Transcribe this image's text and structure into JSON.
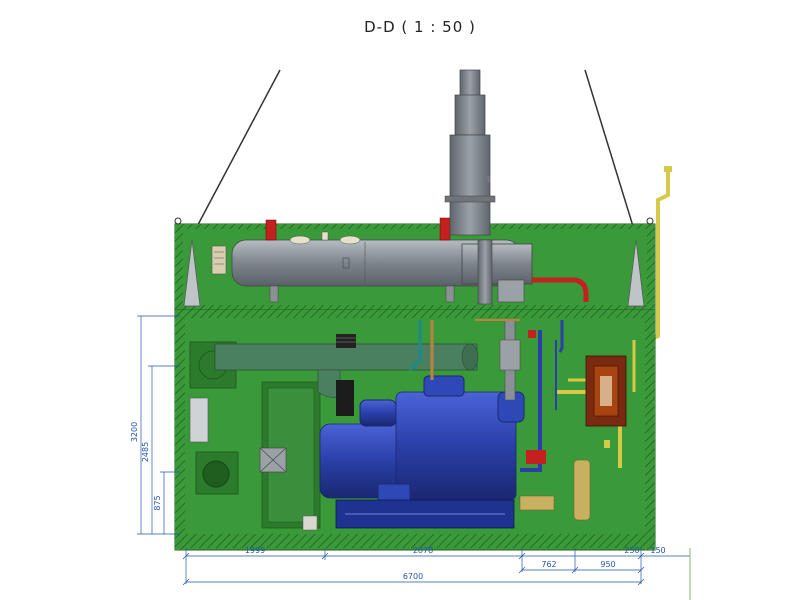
{
  "title": "D-D ( 1 : 50 )",
  "dimensions": {
    "vertical": [
      "3200",
      "2485",
      "875"
    ],
    "horizontal_row1": [
      "1999",
      "2878",
      "762",
      "950",
      "250",
      "150"
    ],
    "total": "6700"
  },
  "colors": {
    "container_green": "#3a9a3a",
    "container_dark": "#2c7a2c",
    "hatch": "#1f5e1f",
    "engine_blue": "#2a3fa8",
    "vessel_gray": "#8c9399",
    "pipe_green": "#4a7f5f",
    "dimension_blue": "#2255aa"
  }
}
